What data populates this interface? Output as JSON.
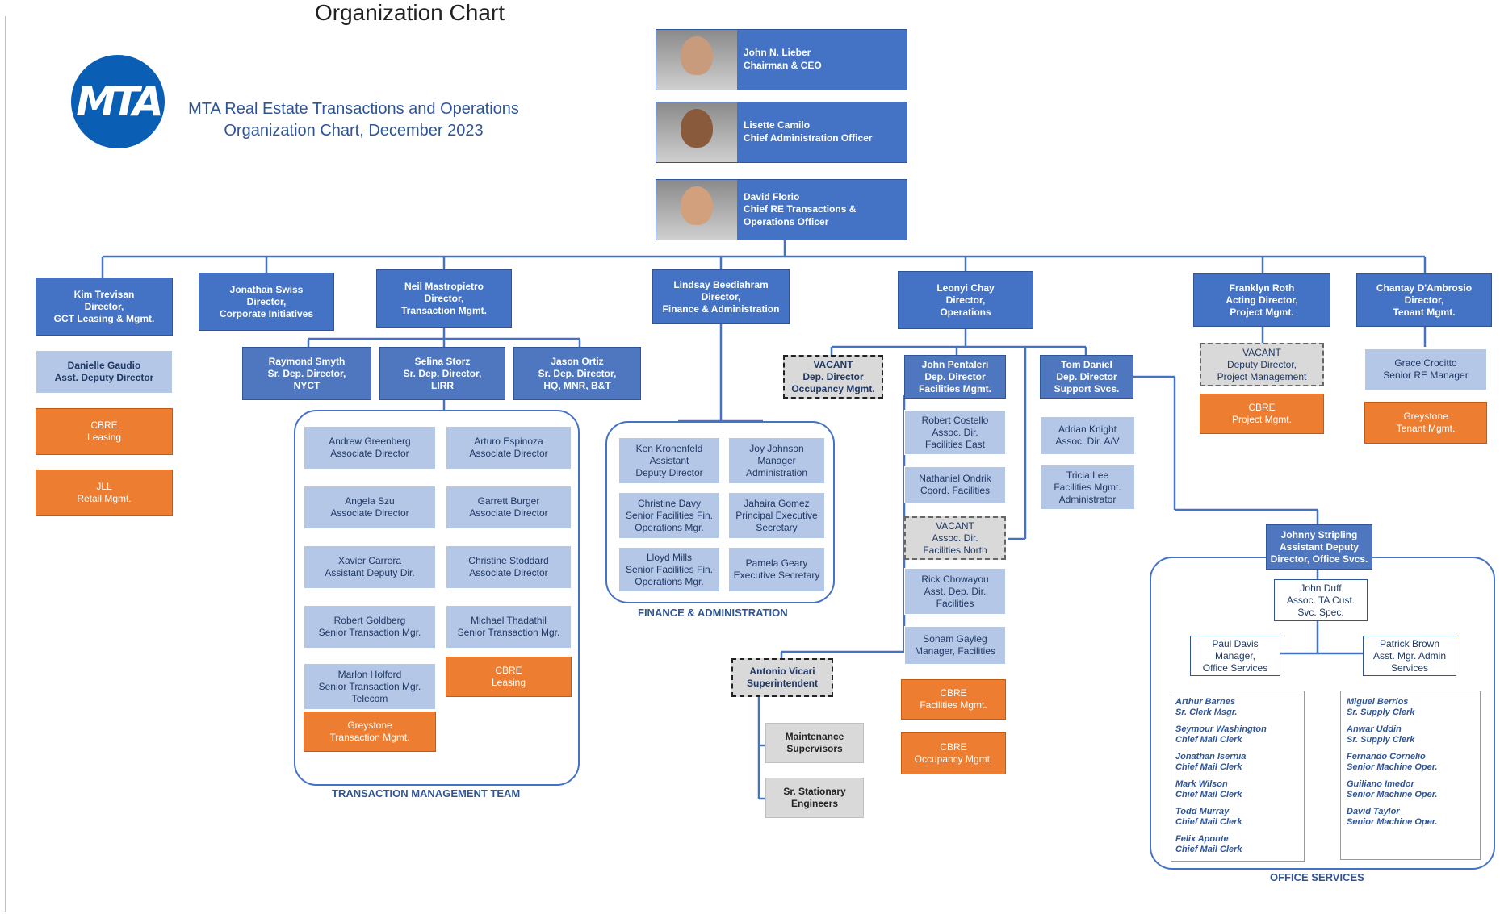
{
  "header": {
    "top_cut_text": "Organization Chart",
    "logo_text": "MTA",
    "title_line1": "MTA Real Estate Transactions and Operations",
    "title_line2": "Organization Chart, December 2023"
  },
  "executives": {
    "lieber": {
      "name": "John N. Lieber",
      "role": "Chairman & CEO"
    },
    "camilo": {
      "name": "Lisette Camilo",
      "role": "Chief Administration Officer"
    },
    "florio": {
      "name": "David Florio",
      "role": "Chief RE Transactions &",
      "role2": "Operations Officer"
    }
  },
  "directors": {
    "trevisan": "Kim Trevisan\nDirector,\nGCT Leasing & Mgmt.",
    "swiss": "Jonathan Swiss\nDirector,\nCorporate Initiatives",
    "mastropietro": "Neil Mastropietro\nDirector,\nTransaction Mgmt.",
    "beediahram": "Lindsay Beediahram\nDirector,\nFinance & Administration",
    "chay": "Leonyi Chay\nDirector,\nOperations",
    "roth": "Franklyn Roth\nActing Director,\nProject Mgmt.",
    "dambrosio": "Chantay D'Ambrosio\nDirector,\nTenant Mgmt."
  },
  "gct": {
    "gaudio": "Danielle Gaudio\nAsst. Deputy Director",
    "cbre": "CBRE\nLeasing",
    "jll": "JLL\nRetail Mgmt."
  },
  "transaction": {
    "smyth": "Raymond Smyth\nSr. Dep. Director,\nNYCT",
    "storz": "Selina Storz\nSr. Dep. Director,\nLIRR",
    "ortiz": "Jason Ortiz\nSr. Dep. Director,\nHQ, MNR, B&T",
    "greenberg": "Andrew Greenberg\nAssociate Director",
    "espinoza": "Arturo Espinoza\nAssociate Director",
    "szu": "Angela Szu\nAssociate Director",
    "burger": "Garrett Burger\nAssociate Director",
    "carrera": "Xavier Carrera\nAssistant Deputy Dir.",
    "stoddard": "Christine Stoddard\nAssociate Director",
    "goldberg": "Robert Goldberg\nSenior Transaction Mgr.",
    "thadathil": "Michael Thadathil\nSenior Transaction Mgr.",
    "holford": "Marlon Holford\nSenior Transaction Mgr.\nTelecom",
    "cbre": "CBRE\nLeasing",
    "greystone": "Greystone\nTransaction Mgmt.",
    "label": "TRANSACTION MANAGEMENT TEAM"
  },
  "finance": {
    "kronenfeld": "Ken Kronenfeld\nAssistant\nDeputy Director",
    "johnson": "Joy Johnson\nManager\nAdministration",
    "davy": "Christine Davy\nSenior Facilities Fin.\nOperations Mgr.",
    "gomez": "Jahaira Gomez\nPrincipal Executive\nSecretary",
    "mills": "Lloyd Mills\nSenior Facilities Fin.\nOperations Mgr.",
    "geary": "Pamela Geary\nExecutive Secretary",
    "label": "FINANCE & ADMINISTRATION"
  },
  "operations": {
    "vacant_occupancy": "VACANT\nDep. Director\nOccupancy Mgmt.",
    "pentaleri": "John Pentaleri\nDep. Director\nFacilities Mgmt.",
    "daniel": "Tom Daniel\nDep. Director\nSupport Svcs.",
    "costello": "Robert Costello\nAssoc. Dir.\nFacilities East",
    "ondrik": "Nathaniel Ondrik\nCoord. Facilities",
    "vacant_north": "VACANT\nAssoc. Dir.\nFacilities North",
    "chowayou": "Rick Chowayou\nAsst. Dep. Dir.\nFacilities",
    "gayleg": "Sonam Gayleg\nManager, Facilities",
    "cbre_facilities": "CBRE\nFacilities Mgmt.",
    "cbre_occupancy": "CBRE\nOccupancy Mgmt.",
    "knight": "Adrian Knight\nAssoc. Dir. A/V",
    "lee": "Tricia Lee\nFacilities Mgmt.\nAdministrator",
    "vicari": "Antonio Vicari\nSuperintendent",
    "maintenance": "Maintenance\nSupervisors",
    "engineers": "Sr. Stationary\nEngineers"
  },
  "project": {
    "vacant": "VACANT\nDeputy Director,\nProject Management",
    "cbre": "CBRE\nProject Mgmt."
  },
  "tenant": {
    "crocitto": "Grace Crocitto\nSenior RE Manager",
    "greystone": "Greystone\nTenant Mgmt."
  },
  "office_services": {
    "stripling": "Johnny Stripling\nAssistant Deputy\nDirector, Office Svcs.",
    "duff": "John Duff\nAssoc. TA Cust.\nSvc. Spec.",
    "davis": "Paul Davis\nManager,\nOffice Services",
    "brown": "Patrick Brown\nAsst. Mgr. Admin\nServices",
    "left_staff": [
      "Arthur Barnes\nSr. Clerk Msgr.",
      "Seymour Washington\nChief Mail Clerk",
      "Jonathan Isernia\nChief Mail Clerk",
      "Mark Wilson\nChief Mail Clerk",
      "Todd Murray\nChief Mail Clerk",
      "Felix Aponte\nChief Mail Clerk"
    ],
    "right_staff": [
      "Miguel Berrios\nSr. Supply Clerk",
      "Anwar Uddin\nSr. Supply Clerk",
      "Fernando Cornelio\nSenior Machine Oper.",
      "Guiliano Imedor\nSenior Machine Oper.",
      "David Taylor\nSenior Machine Oper."
    ],
    "label": "OFFICE SERVICES"
  },
  "colors": {
    "dark_blue": "#4472c4",
    "light_blue": "#b4c7e7",
    "orange": "#ed7d31",
    "gray": "#d9d9d9",
    "mta_blue": "#0a5fb4"
  }
}
